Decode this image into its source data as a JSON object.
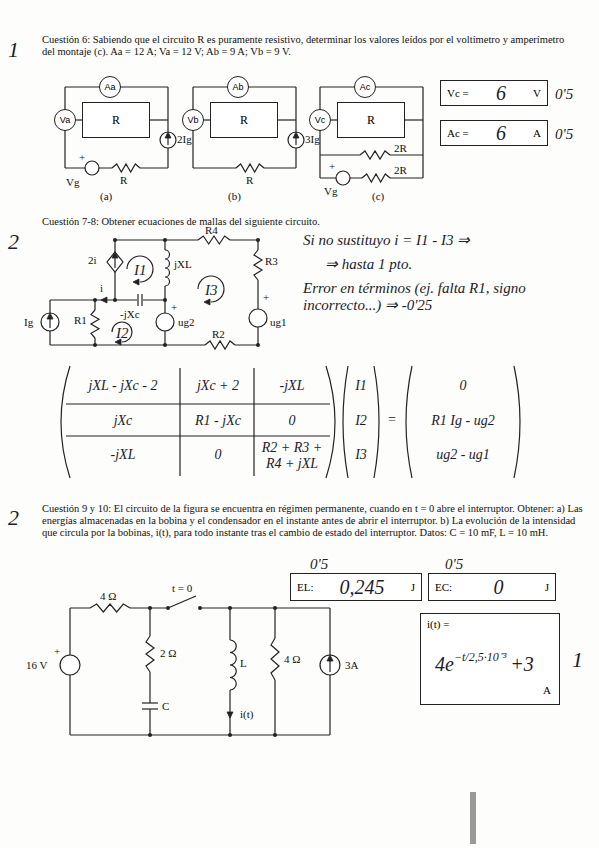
{
  "diagram": {
    "nodes": [
      {
        "text": [
          "R"
        ]
      },
      {
        "text": [
          "Aa"
        ]
      },
      {
        "text": [
          "Va"
        ]
      },
      {
        "text": [
          "R"
        ]
      },
      {
        "text": [
          "Ab"
        ]
      },
      {
        "text": [
          "Vb"
        ]
      },
      {
        "text": [
          "R"
        ]
      },
      {
        "text": [
          "Ac"
        ]
      },
      {
        "text": [
          "Vc"
        ]
      },
      {
        "text": [
          "Vc =",
          "6",
          "V"
        ]
      },
      {
        "text": [
          "Ac =",
          "6",
          "A"
        ]
      },
      {
        "text": [
          "EL:",
          "0,245",
          "J"
        ]
      },
      {
        "text": [
          "EC:",
          "0",
          "J"
        ]
      },
      {
        "text": [
          "i(t) =",
          "4e",
          "−t/2,5·10⁻³",
          "+3",
          "A"
        ]
      }
    ],
    "edges": [
      {
        "from": 2,
        "to": 0,
        "arrow": "none"
      },
      {
        "from": 5,
        "to": 3,
        "arrow": "none"
      },
      {
        "from": 8,
        "to": 6,
        "arrow": "none"
      }
    ],
    "labels": [
      "1",
      "Cuestión 6: Sabiendo que el circuito R es puramente resistivo, determinar los valores leídos por el voltímetro y amperímetro del montaje (c). Aa = 12 A; Va = 12 V; Ab = 9 A; Vb = 9 V.",
      "2Ig",
      "R",
      "+",
      "Vg",
      "(a)",
      "3Ig",
      "R",
      "(b)",
      "2R",
      "2R",
      "+",
      "Vg",
      "(c)",
      "0'5",
      "0'5",
      "2",
      "Cuestión 7-8: Obtener ecuaciones de mallas del siguiente circuito.",
      "2i",
      "R4",
      "I1",
      "jXL",
      "I3",
      "R3",
      "i",
      "-jXc",
      "+",
      "ug2",
      "+",
      "ug1",
      "R1",
      "I2",
      "Ig",
      "R2",
      "Si no sustituyo i = I1 - I3 ⇒",
      "⇒ hasta 1 pto.",
      "Error en términos (ej. falta R1, signo incorrecto...) ⇒ -0'25",
      "jXL - jXc - 2",
      "jXc + 2",
      "-jXL",
      "jXc",
      "R1 - jXc",
      "0",
      "-jXL",
      "0",
      "R2 + R3 + R4 + jXL",
      "I1",
      "I2",
      "I3",
      "=",
      "0",
      "R1 Ig - ug2",
      "ug2 - ug1",
      "2",
      "Cuestión 9 y 10: El circuito de la figura se encuentra en régimen permanente, cuando en t = 0 abre el interruptor. Obtener: a) Las energías almacenadas en la bobina y el condensador en el instante antes de abrir el interruptor. b) La evolución de la intensidad que circula por la bobinas, i(t), para todo instante tras el cambio de estado del interruptor. Datos: C = 10 mF, L = 10 mH.",
      "0'5",
      "0'5",
      "4 Ω",
      "t = 0",
      "+",
      "16 V",
      "2 Ω",
      "C",
      "L",
      "4 Ω",
      "i(t)",
      "3A",
      "1"
    ]
  }
}
